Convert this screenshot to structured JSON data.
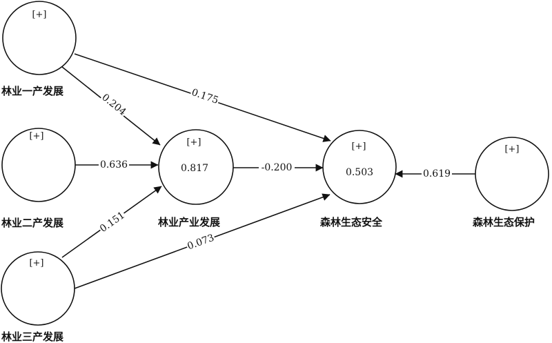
{
  "nodes": {
    "primary": {
      "name": "林业一产发展",
      "expand": "[+]"
    },
    "secondary": {
      "name": "林业二产发展",
      "expand": "[+]"
    },
    "tertiary": {
      "name": "林业三产发展",
      "expand": "[+]"
    },
    "industry": {
      "name": "林业产业发展",
      "expand": "[+]",
      "value": "0.817"
    },
    "security": {
      "name": "森林生态安全",
      "expand": "[+]",
      "value": "0.503"
    },
    "protection": {
      "name": "森林生态保护",
      "expand": "[+]"
    }
  },
  "edges": {
    "primary_industry": "0.204",
    "primary_security": "0.175",
    "secondary_industry": "0.636",
    "tertiary_industry": "0.151",
    "tertiary_security": "0.073",
    "industry_security": "-0.200",
    "protection_security": "0.619"
  }
}
